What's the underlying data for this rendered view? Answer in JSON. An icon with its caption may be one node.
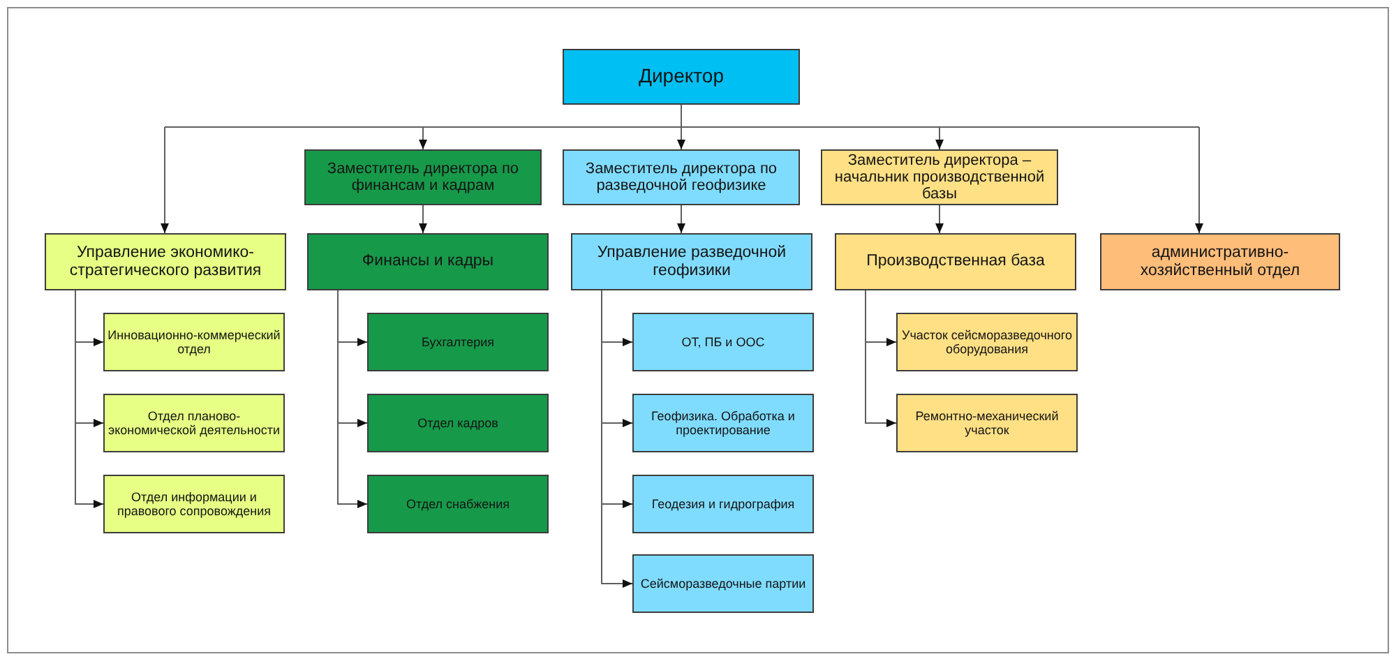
{
  "diagram": {
    "nodes": [
      {
        "text": [
          "Директор"
        ]
      },
      {
        "text": [
          "Заместитель директора по финансам и кадрам"
        ]
      },
      {
        "text": [
          "Заместитель директора по разведочной геофизике"
        ]
      },
      {
        "text": [
          "Заместитель директора – начальник производственной базы"
        ]
      },
      {
        "text": [
          "Управление экономико-стратегического развития"
        ]
      },
      {
        "text": [
          "Финансы и кадры"
        ]
      },
      {
        "text": [
          "Управление разведочной геофизики"
        ]
      },
      {
        "text": [
          "Производственная база"
        ]
      },
      {
        "text": [
          "административно-хозяйственный отдел"
        ]
      },
      {
        "text": [
          "Инновационно-коммерческий отдел"
        ]
      },
      {
        "text": [
          "Бухгалтерия"
        ]
      },
      {
        "text": [
          "ОТ, ПБ и ООС"
        ]
      },
      {
        "text": [
          "Участок сейсморазведочного оборудования"
        ]
      },
      {
        "text": [
          "Отдел планово-экономической деятельности"
        ]
      },
      {
        "text": [
          "Отдел кадров"
        ]
      },
      {
        "text": [
          "Геофизика. Обработка и проектирование"
        ]
      },
      {
        "text": [
          "Ремонтно-механический участок"
        ]
      },
      {
        "text": [
          "Отдел информации и правового сопровождения"
        ]
      },
      {
        "text": [
          "Отдел снабжения"
        ]
      },
      {
        "text": [
          "Геодезия и гидрография"
        ]
      },
      {
        "text": [
          "Сейсморазведочные партии"
        ]
      }
    ],
    "edges": [
      {
        "from": 0,
        "to": 4,
        "arrow": "to"
      },
      {
        "from": 0,
        "to": 1,
        "arrow": "to"
      },
      {
        "from": 0,
        "to": 2,
        "arrow": "to"
      },
      {
        "from": 0,
        "to": 3,
        "arrow": "to"
      },
      {
        "from": 0,
        "to": 8,
        "arrow": "to"
      },
      {
        "from": 1,
        "to": 5,
        "arrow": "to"
      },
      {
        "from": 2,
        "to": 6,
        "arrow": "to"
      },
      {
        "from": 3,
        "to": 7,
        "arrow": "to"
      },
      {
        "from": 4,
        "to": 9,
        "arrow": "to"
      },
      {
        "from": 4,
        "to": 13,
        "arrow": "to"
      },
      {
        "from": 4,
        "to": 17,
        "arrow": "to"
      },
      {
        "from": 5,
        "to": 10,
        "arrow": "to"
      },
      {
        "from": 5,
        "to": 14,
        "arrow": "to"
      },
      {
        "from": 5,
        "to": 18,
        "arrow": "to"
      },
      {
        "from": 6,
        "to": 11,
        "arrow": "to"
      },
      {
        "from": 6,
        "to": 15,
        "arrow": "to"
      },
      {
        "from": 6,
        "to": 19,
        "arrow": "to"
      },
      {
        "from": 6,
        "to": 20,
        "arrow": "to"
      },
      {
        "from": 7,
        "to": 12,
        "arrow": "to"
      },
      {
        "from": 7,
        "to": 16,
        "arrow": "to"
      }
    ]
  }
}
